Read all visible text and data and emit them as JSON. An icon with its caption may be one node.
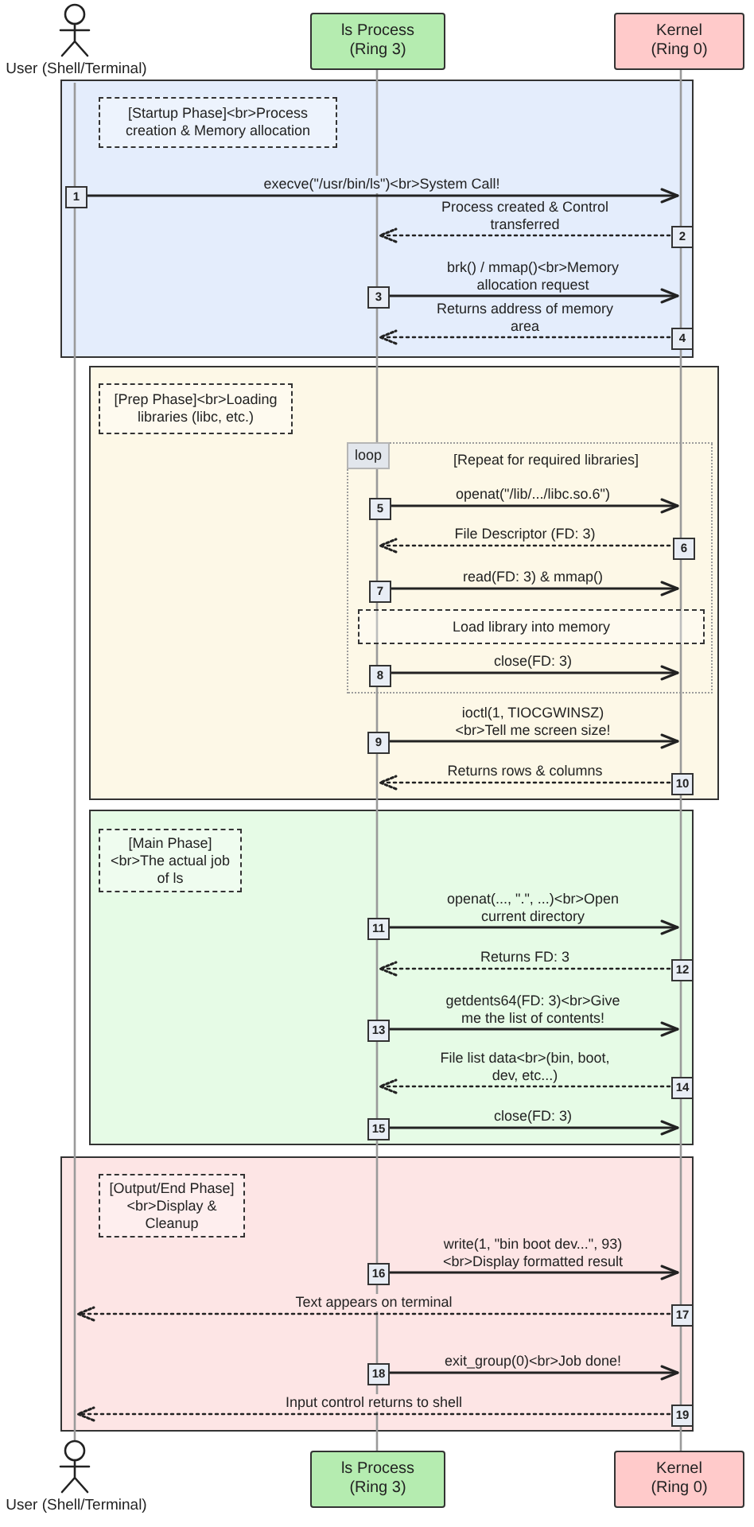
{
  "diagram": {
    "nodes": [
      {
        "text": [
          "User (Shell/Terminal)"
        ]
      },
      {
        "text": [
          "ls Process (Ring 3)"
        ]
      },
      {
        "text": [
          "Kernel (Ring 0)"
        ]
      },
      {
        "text": [],
        "shape": "bar"
      },
      {
        "text": [],
        "shape": "bar"
      },
      {
        "text": [],
        "shape": "bar"
      },
      {
        "text": [],
        "shape": "box"
      },
      {
        "text": [
          "[Startup Phase]<br>Process creation & Memory allocation"
        ],
        "in": 6
      },
      {
        "text": [
          "1"
        ],
        "in": 6
      },
      {
        "text": [
          "2"
        ],
        "in": 6
      },
      {
        "text": [
          "3"
        ],
        "in": 6
      },
      {
        "text": [
          "4"
        ],
        "in": 6
      },
      {
        "text": [],
        "shape": "box"
      },
      {
        "text": [
          "[Prep Phase]<br>Loading libraries (libc, etc.)"
        ],
        "in": 12
      },
      {
        "text": [
          "loop",
          "[Repeat for required libraries]"
        ],
        "in": 12
      },
      {
        "text": [
          "5"
        ],
        "in": 14
      },
      {
        "text": [
          "6"
        ],
        "in": 14
      },
      {
        "text": [
          "7"
        ],
        "in": 14
      },
      {
        "text": [
          "Load library into memory"
        ],
        "in": 14
      },
      {
        "text": [
          "8"
        ],
        "in": 14
      },
      {
        "text": [
          "9"
        ],
        "in": 12
      },
      {
        "text": [
          "10"
        ],
        "in": 12
      },
      {
        "text": [],
        "shape": "box"
      },
      {
        "text": [
          "[Main Phase] <br>The actual job of ls"
        ],
        "in": 22
      },
      {
        "text": [
          "11"
        ],
        "in": 22
      },
      {
        "text": [
          "12"
        ],
        "in": 22
      },
      {
        "text": [
          "13"
        ],
        "in": 22
      },
      {
        "text": [
          "14"
        ],
        "in": 22
      },
      {
        "text": [
          "15"
        ],
        "in": 22
      },
      {
        "text": [],
        "shape": "box"
      },
      {
        "text": [
          "[Output/End Phase]<br>Display & Cleanup"
        ],
        "in": 29
      },
      {
        "text": [
          "16"
        ],
        "in": 29
      },
      {
        "text": [
          "17"
        ],
        "in": 29
      },
      {
        "text": [
          "18"
        ],
        "in": 29
      },
      {
        "text": [
          "19"
        ],
        "in": 29
      },
      {
        "text": [
          "User (Shell/Terminal)"
        ]
      },
      {
        "text": [
          "ls Process (Ring 3)"
        ]
      },
      {
        "text": [
          "Kernel (Ring 0)"
        ]
      }
    ],
    "edges": [
      {
        "from": 8,
        "to": 5,
        "arrow": "to",
        "label": "execve(\"/usr/bin/ls\")<br>System Call!"
      },
      {
        "from": 9,
        "to": 4,
        "arrow": "to",
        "style": "dashed",
        "label": "Process created & Control transferred"
      },
      {
        "from": 10,
        "to": 5,
        "arrow": "to",
        "label": "brk() / mmap()<br>Memory allocation request"
      },
      {
        "from": 11,
        "to": 4,
        "arrow": "to",
        "style": "dashed",
        "label": "Returns address of memory area"
      },
      {
        "from": 15,
        "to": 5,
        "arrow": "to",
        "label": "openat(\"/lib/.../libc.so.6\")"
      },
      {
        "from": 16,
        "to": 4,
        "arrow": "to",
        "style": "dashed",
        "label": "File Descriptor (FD: 3)"
      },
      {
        "from": 17,
        "to": 5,
        "arrow": "to",
        "label": "read(FD: 3) & mmap()"
      },
      {
        "from": 19,
        "to": 5,
        "arrow": "to",
        "label": "close(FD: 3)"
      },
      {
        "from": 20,
        "to": 5,
        "arrow": "to",
        "label": "ioctl(1, TIOCGWINSZ) <br>Tell me screen size!"
      },
      {
        "from": 21,
        "to": 4,
        "arrow": "to",
        "style": "dashed",
        "label": "Returns rows & columns"
      },
      {
        "from": 24,
        "to": 5,
        "arrow": "to",
        "label": "openat(..., \".\", ...)<br>Open current directory"
      },
      {
        "from": 25,
        "to": 4,
        "arrow": "to",
        "style": "dashed",
        "label": "Returns FD: 3"
      },
      {
        "from": 26,
        "to": 5,
        "arrow": "to",
        "label": "getdents64(FD: 3)<br>Give me the list of contents!"
      },
      {
        "from": 27,
        "to": 4,
        "arrow": "to",
        "style": "dashed",
        "label": "File list data<br>(bin, boot, dev, etc...)"
      },
      {
        "from": 28,
        "to": 5,
        "arrow": "to",
        "label": "close(FD: 3)"
      },
      {
        "from": 31,
        "to": 5,
        "arrow": "to",
        "label": "write(1, \"bin boot dev...\", 93) <br>Display formatted result"
      },
      {
        "from": 32,
        "to": 3,
        "arrow": "to",
        "style": "dashed",
        "label": "Text appears on terminal"
      },
      {
        "from": 33,
        "to": 5,
        "arrow": "to",
        "label": "exit_group(0)<br>Job done!"
      },
      {
        "from": 34,
        "to": 3,
        "arrow": "to",
        "style": "dashed",
        "label": "Input control returns to shell"
      }
    ]
  }
}
